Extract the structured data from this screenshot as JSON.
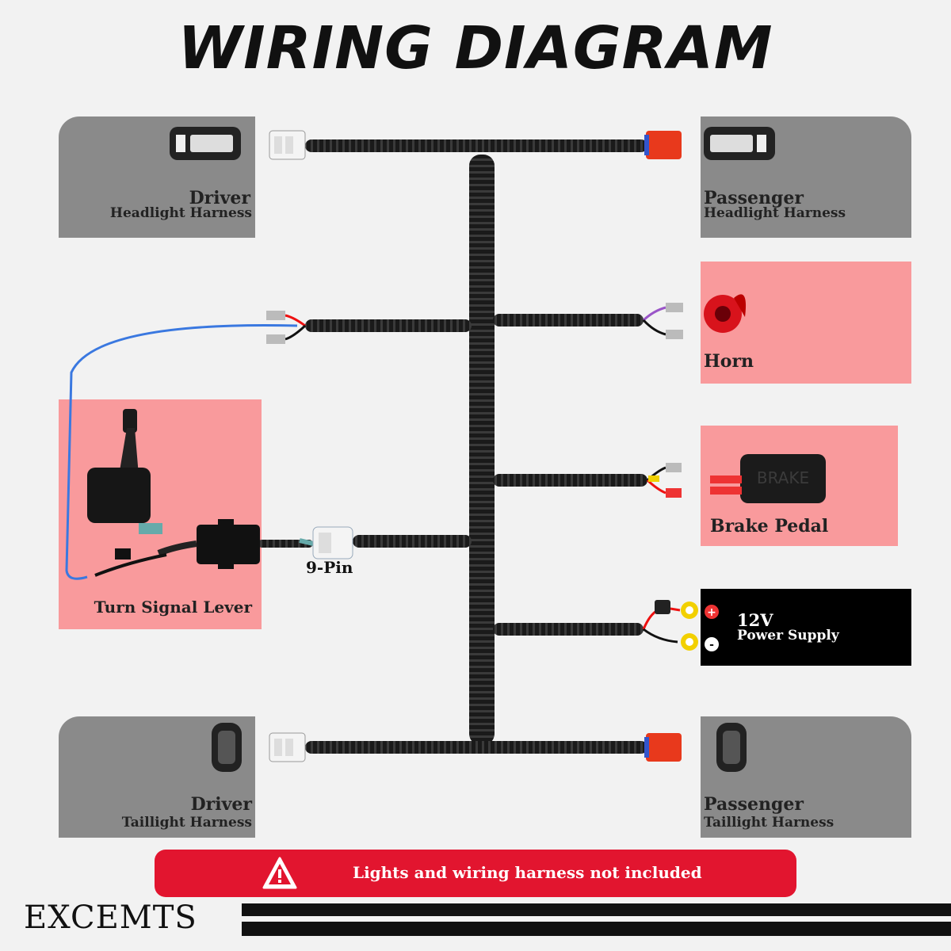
{
  "title": "WIRING DIAGRAM",
  "components": {
    "driver_headlight": {
      "main": "Driver",
      "sub": "Headlight Harness"
    },
    "passenger_headlight": {
      "main": "Passenger",
      "sub": "Headlight Harness"
    },
    "horn": {
      "main": "Horn"
    },
    "turn_signal": {
      "main": "Turn Signal Lever"
    },
    "brake": {
      "main": "Brake Pedal",
      "device_text": "BRAKE"
    },
    "power": {
      "main": "12V",
      "sub": "Power Supply",
      "plus": "+",
      "minus": "-"
    },
    "driver_taillight": {
      "main": "Driver",
      "sub": "Taillight Harness"
    },
    "passenger_taillight": {
      "main": "Passenger",
      "sub": "Taillight Harness"
    }
  },
  "connector_label": "9-Pin",
  "warning": {
    "text": "Lights and wiring harness not included",
    "icon": "warning-triangle-icon"
  },
  "logo": "EXCEMTS",
  "colors": {
    "gray": "#8a8a8a",
    "pink": "#f99a9c",
    "red": "#e2152f",
    "wire_blue": "#3a78e0"
  }
}
